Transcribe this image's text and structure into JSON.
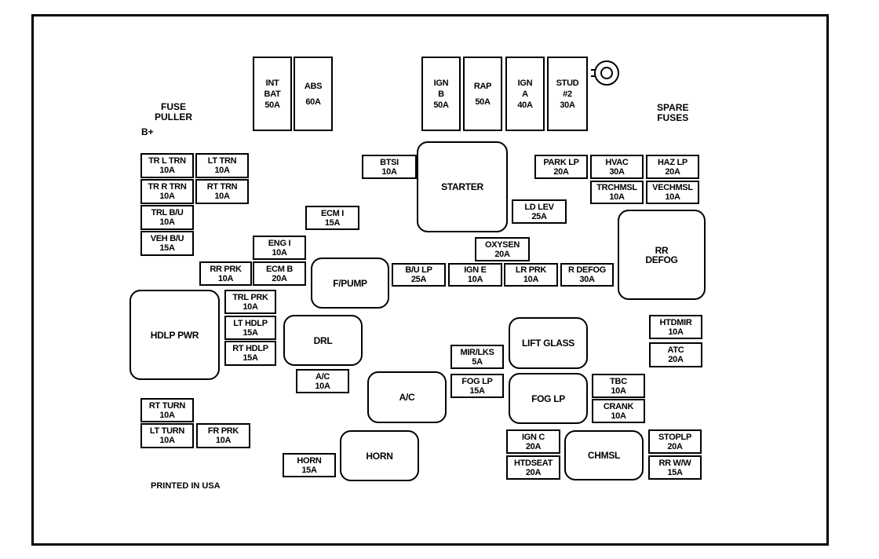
{
  "labels": {
    "fuse_puller": "FUSE\nPULLER",
    "b_plus": "B+",
    "spare_fuses": "SPARE\nFUSES",
    "printed": "PRINTED IN USA"
  },
  "tall_fuses": [
    {
      "name": "INT BAT",
      "line1": "INT",
      "line2": "BAT",
      "amp": "50A"
    },
    {
      "name": "ABS",
      "line1": "ABS",
      "line2": "",
      "amp": "60A"
    },
    {
      "name": "IGN B",
      "line1": "IGN",
      "line2": "B",
      "amp": "50A"
    },
    {
      "name": "RAP",
      "line1": "RAP",
      "line2": "",
      "amp": "50A"
    },
    {
      "name": "IGN A",
      "line1": "IGN",
      "line2": "A",
      "amp": "40A"
    },
    {
      "name": "STUD #2",
      "line1": "STUD",
      "line2": "#2",
      "amp": "30A"
    }
  ],
  "fuses": [
    {
      "name": "TR L TRN",
      "amp": "10A"
    },
    {
      "name": "LT TRN",
      "amp": "10A"
    },
    {
      "name": "TR R TRN",
      "amp": "10A"
    },
    {
      "name": "RT TRN",
      "amp": "10A"
    },
    {
      "name": "TRL B/U",
      "amp": "10A"
    },
    {
      "name": "VEH B/U",
      "amp": "15A"
    },
    {
      "name": "BTSI",
      "amp": "10A"
    },
    {
      "name": "PARK LP",
      "amp": "20A"
    },
    {
      "name": "HVAC",
      "amp": "30A"
    },
    {
      "name": "HAZ LP",
      "amp": "20A"
    },
    {
      "name": "TRCHMSL",
      "amp": "10A"
    },
    {
      "name": "VECHMSL",
      "amp": "10A"
    },
    {
      "name": "LD LEV",
      "amp": "25A"
    },
    {
      "name": "ECM I",
      "amp": "15A"
    },
    {
      "name": "ENG I",
      "amp": "10A"
    },
    {
      "name": "OXYSEN",
      "amp": "20A"
    },
    {
      "name": "RR PRK",
      "amp": "10A"
    },
    {
      "name": "ECM B",
      "amp": "20A"
    },
    {
      "name": "B/U LP",
      "amp": "25A"
    },
    {
      "name": "IGN E",
      "amp": "10A"
    },
    {
      "name": "LR PRK",
      "amp": "10A"
    },
    {
      "name": "R DEFOG",
      "amp": "30A"
    },
    {
      "name": "TRL PRK",
      "amp": "10A"
    },
    {
      "name": "LT HDLP",
      "amp": "15A"
    },
    {
      "name": "RT HDLP",
      "amp": "15A"
    },
    {
      "name": "HTDMIR",
      "amp": "10A"
    },
    {
      "name": "ATC",
      "amp": "20A"
    },
    {
      "name": "MIR/LKS",
      "amp": "5A"
    },
    {
      "name": "A/C",
      "amp": "10A"
    },
    {
      "name": "FOG LP",
      "amp": "15A"
    },
    {
      "name": "TBC",
      "amp": "10A"
    },
    {
      "name": "CRANK",
      "amp": "10A"
    },
    {
      "name": "RT TURN",
      "amp": "10A"
    },
    {
      "name": "LT TURN",
      "amp": "10A"
    },
    {
      "name": "FR PRK",
      "amp": "10A"
    },
    {
      "name": "IGN C",
      "amp": "20A"
    },
    {
      "name": "STOPLP",
      "amp": "20A"
    },
    {
      "name": "HTDSEAT",
      "amp": "20A"
    },
    {
      "name": "RR W/W",
      "amp": "15A"
    },
    {
      "name": "HORN",
      "amp": "15A"
    }
  ],
  "relays": [
    "STARTER",
    "RR\nDEFOG",
    "F/PUMP",
    "HDLP PWR",
    "DRL",
    "LIFT GLASS",
    "A/C",
    "FOG LP",
    "HORN",
    "CHMSL"
  ]
}
